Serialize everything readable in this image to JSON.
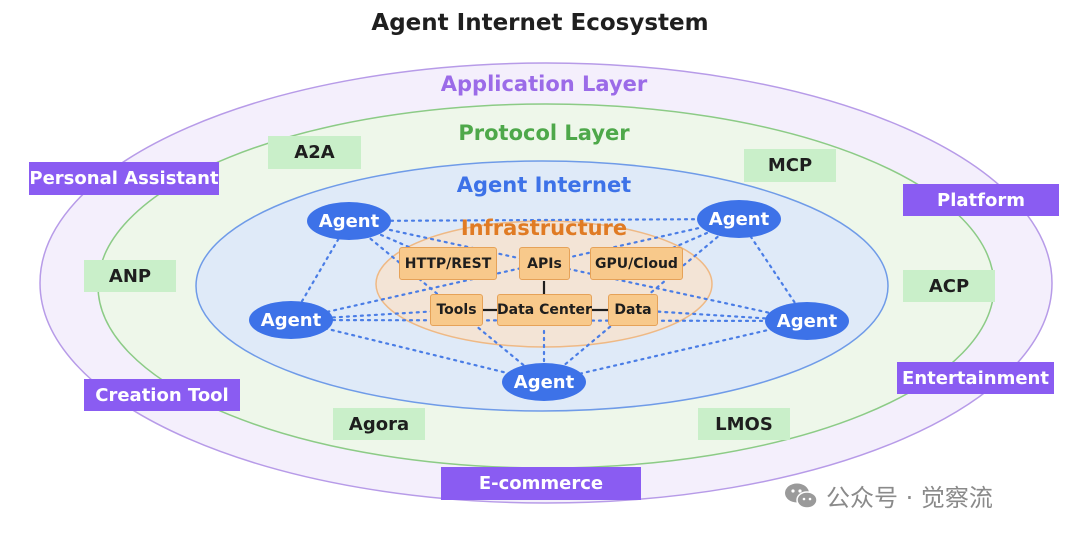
{
  "title": "Agent Internet Ecosystem",
  "layers": {
    "application": {
      "label": "Application Layer",
      "color": "#9b6be8"
    },
    "protocol": {
      "label": "Protocol Layer",
      "color": "#4ea84a"
    },
    "agent_internet": {
      "label": "Agent Internet",
      "color": "#3d72e8"
    },
    "infrastructure": {
      "label": "Infrastructure",
      "color": "#e07b24"
    }
  },
  "applications": [
    "Personal Assistant",
    "Platform",
    "Creation Tool",
    "Entertainment",
    "E-commerce"
  ],
  "protocols": [
    "A2A",
    "MCP",
    "ANP",
    "ACP",
    "Agora",
    "LMOS"
  ],
  "agents": [
    "Agent",
    "Agent",
    "Agent",
    "Agent",
    "Agent"
  ],
  "infrastructure_items": [
    "HTTP/REST",
    "APIs",
    "GPU/Cloud",
    "Tools",
    "Data Center",
    "Data"
  ],
  "watermark": "公众号 · 觉察流"
}
